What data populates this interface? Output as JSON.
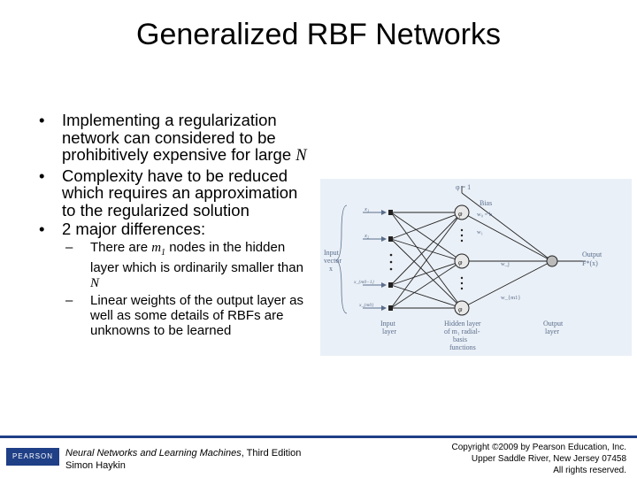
{
  "slide": {
    "title": "Generalized RBF Networks",
    "bullets": [
      {
        "text": "Implementing a regularization network can considered to be prohibitively expensive for large ",
        "italic": "N"
      },
      {
        "text": "Complexity have to be reduced which requires an approximation to the regularized solution"
      },
      {
        "text": "2 major differences:"
      }
    ],
    "sub_bullets": [
      {
        "pre": "There are ",
        "italic": "m",
        "sub": "1",
        "post": " nodes in the hidden layer which is ordinarily smaller than ",
        "italic2": "N"
      },
      {
        "text": "Linear weights of the output layer as well as some details of RBFs are unknowns to be learned"
      }
    ],
    "bullet_glyph": "•",
    "dash_glyph": "–"
  },
  "diagram": {
    "bias_top": "φ = 1",
    "bias_label": "Bias",
    "bias_weight": "w₀ = b",
    "phi": "φ",
    "inputs": [
      "x₁",
      "x₂",
      "x_{m0−1}",
      "x_{m0}"
    ],
    "weights": [
      "w₁",
      "w_j",
      "w_{m1}"
    ],
    "input_vector_label": [
      "Input",
      "vector",
      "x"
    ],
    "output_label": [
      "Output",
      "F*(x)"
    ],
    "input_layer_label": [
      "Input",
      "layer"
    ],
    "hidden_layer_label": [
      "Hidden layer",
      "of m₁ radial-",
      "basis",
      "functions"
    ],
    "output_layer_label": [
      "Output",
      "layer"
    ]
  },
  "footer": {
    "logo_text": "PEARSON",
    "book_italic": "Neural Networks and Learning Machines",
    "book_edition": ", Third Edition",
    "author": "Simon Haykin",
    "copyright_lines": [
      "Copyright ©2009 by Pearson Education, Inc.",
      "Upper Saddle River, New Jersey 07458",
      "All rights reserved."
    ]
  },
  "colors": {
    "accent": "#1f3f86",
    "diagram_bg": "#eaf0f7",
    "diagram_ink": "#5a6e8c"
  }
}
